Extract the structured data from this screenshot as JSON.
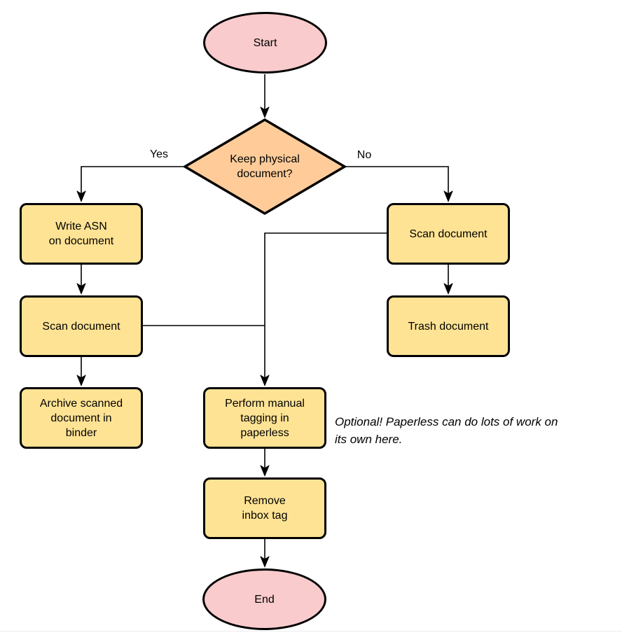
{
  "colors": {
    "terminal-fill": "#F9CBCC",
    "decision-fill": "#FFCC99",
    "process-fill": "#FFE394",
    "stroke": "#000000"
  },
  "nodes": {
    "start": {
      "lines": [
        "Start"
      ]
    },
    "decision": {
      "lines": [
        "Keep physical",
        "document?"
      ]
    },
    "write_asn": {
      "lines": [
        "Write ASN",
        "on document"
      ]
    },
    "scan_left": {
      "lines": [
        "Scan document"
      ]
    },
    "archive": {
      "lines": [
        "Archive scanned",
        "document in",
        "binder"
      ]
    },
    "scan_right": {
      "lines": [
        "Scan document"
      ]
    },
    "trash": {
      "lines": [
        "Trash document"
      ]
    },
    "perform_tagging": {
      "lines": [
        "Perform manual",
        "tagging in",
        "paperless"
      ]
    },
    "remove_inbox": {
      "lines": [
        "Remove",
        "inbox tag"
      ]
    },
    "end": {
      "lines": [
        "End"
      ]
    }
  },
  "edge_labels": {
    "yes": "Yes",
    "no": "No"
  },
  "note": {
    "lines": [
      "Optional! Paperless can do lots of work on",
      "its own here."
    ]
  }
}
